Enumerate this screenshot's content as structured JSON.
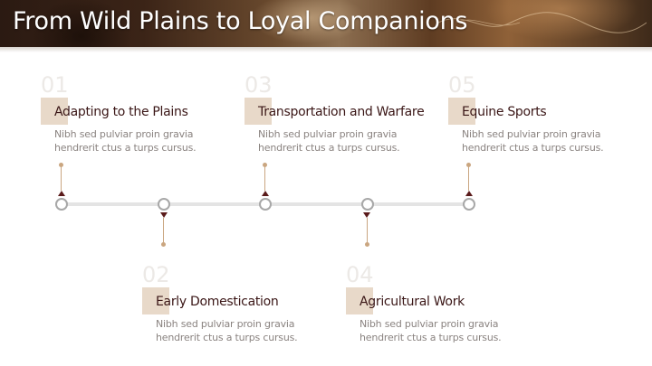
{
  "header": {
    "title": "From Wild Plains to Loyal Companions"
  },
  "milestones": [
    {
      "number": "01",
      "title": "Adapting to the Plains",
      "description": "Nibh sed pulviar proin gravia hendrerit ctus a turps cursus."
    },
    {
      "number": "02",
      "title": "Early Domestication",
      "description": "Nibh sed pulviar proin gravia hendrerit ctus a turps cursus."
    },
    {
      "number": "03",
      "title": "Transportation and Warfare",
      "description": "Nibh sed pulviar proin gravia hendrerit ctus a turps cursus."
    },
    {
      "number": "04",
      "title": "Agricultural Work",
      "description": "Nibh sed pulviar proin gravia hendrerit ctus a turps cursus."
    },
    {
      "number": "05",
      "title": "Equine Sports",
      "description": "Nibh sed pulviar proin gravia hendrerit ctus a turps cursus."
    }
  ],
  "colors": {
    "title_text": "#3a1616",
    "accent_box": "#e8d9c9",
    "connector": "#caa680",
    "marker": "#5a1a1a",
    "timeline": "#e4e4e4",
    "node_border": "#a8a8a8"
  }
}
